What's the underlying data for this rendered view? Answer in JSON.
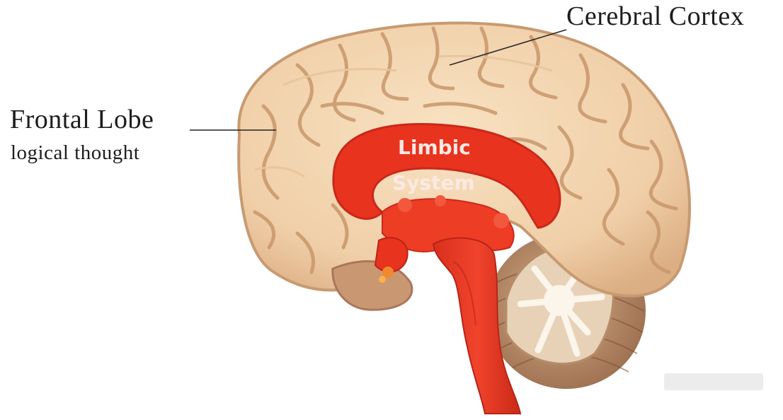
{
  "labels": {
    "cerebral_cortex": "Cerebral Cortex",
    "frontal_lobe": "Frontal Lobe",
    "frontal_lobe_note": "logical thought",
    "limbic_line1": "Limbic",
    "limbic_line2": "System"
  },
  "colors": {
    "cortex": "#f1d3ad",
    "cortex_groove": "#c89a71",
    "limbic": "#e8331f",
    "cerebellum": "#c9a07f",
    "cerebellum_white": "#f8efe2",
    "label_text": "#1d1d1d",
    "limbic_text": "#fde9e3"
  }
}
